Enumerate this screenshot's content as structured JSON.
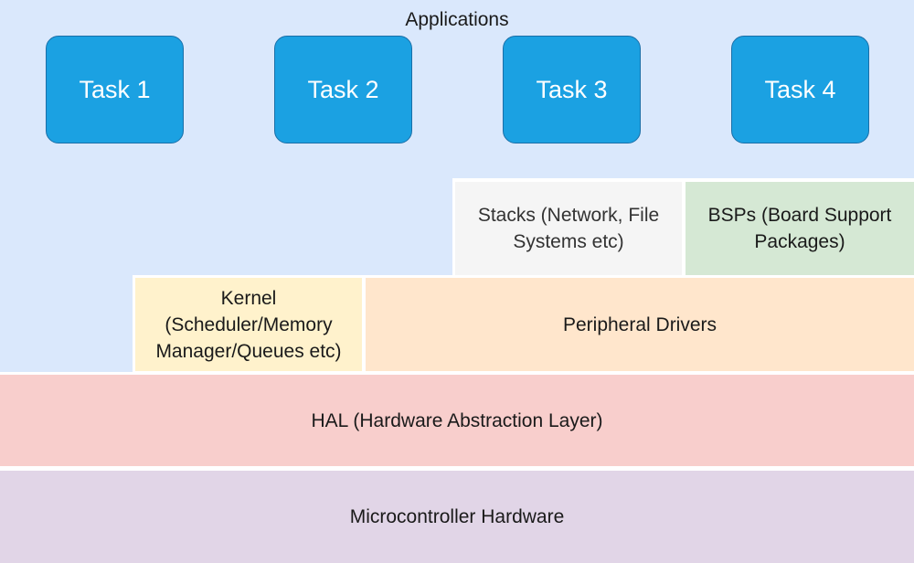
{
  "applications": {
    "label": "Applications",
    "tasks": [
      "Task 1",
      "Task 2",
      "Task 3",
      "Task 4"
    ]
  },
  "stacks": {
    "label": "Stacks (Network, File Systems etc)"
  },
  "bsps": {
    "label": "BSPs (Board Support Packages)"
  },
  "kernel": {
    "label": "Kernel (Scheduler/Memory Manager/Queues etc)"
  },
  "peripheral_drivers": {
    "label": "Peripheral Drivers"
  },
  "hal": {
    "label": "HAL (Hardware Abstraction Layer)"
  },
  "hardware": {
    "label": "Microcontroller Hardware"
  },
  "colors": {
    "applications": "#dae8fc",
    "task": "#1ba1e2",
    "stacks": "#f5f5f5",
    "bsps": "#d5e8d4",
    "kernel": "#fff2cc",
    "peripheral_drivers": "#ffe6cc",
    "hal": "#f8cecc",
    "hardware": "#e1d5e7"
  }
}
